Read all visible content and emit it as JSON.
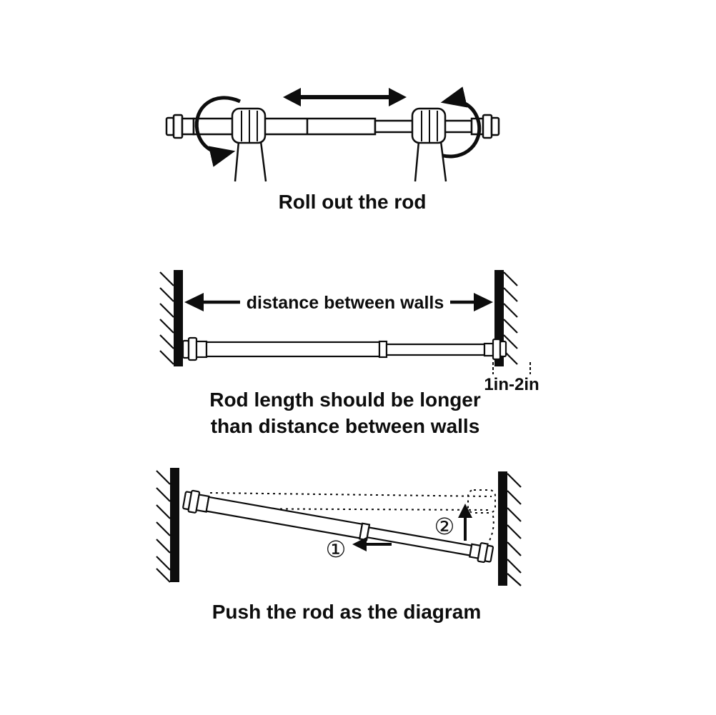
{
  "page": {
    "background": "#ffffff",
    "ink": "#0d0d0d"
  },
  "panel1": {
    "caption": "Roll out the rod"
  },
  "panel2": {
    "distance_label": "distance between walls",
    "overlap_label": "1in-2in",
    "caption_line1": "Rod length should be longer",
    "caption_line2": "than distance between walls"
  },
  "panel3": {
    "step1_marker": "①",
    "step2_marker": "②",
    "caption": "Push the rod as the diagram"
  }
}
